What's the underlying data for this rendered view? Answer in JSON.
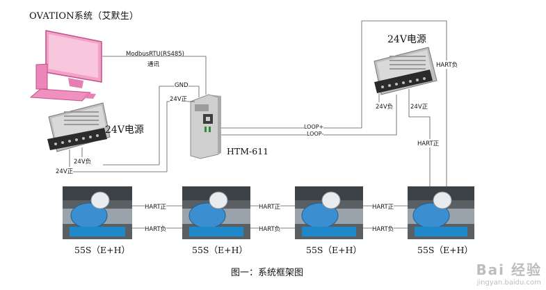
{
  "system_title": "OVATION系统（艾默生）",
  "link_protocol": "ModbusRTU(RS485)",
  "link_comm": "通讯",
  "power_supplies": [
    {
      "label": "24V电源"
    },
    {
      "label": "24V电源"
    }
  ],
  "wires": {
    "gnd": "GND",
    "v24_pos": "24V正",
    "v24_neg": "24V负",
    "loop_pos": "LOOP+",
    "loop_neg": "LOOP-",
    "hart_pos": "HART正",
    "hart_neg": "HART负"
  },
  "device": "HTM-611",
  "meters": [
    {
      "label": "55S（E+H）"
    },
    {
      "label": "55S（E+H）"
    },
    {
      "label": "55S（E+H）"
    },
    {
      "label": "55S（E+H）"
    }
  ],
  "caption": "图一：系统框架图",
  "watermark": {
    "brand": "Bai 经验",
    "url": "jingyan.baidu.com"
  },
  "colors": {
    "computer": "#e96aa8",
    "meter_blue": "#3b8fd0",
    "line": "#555555"
  }
}
